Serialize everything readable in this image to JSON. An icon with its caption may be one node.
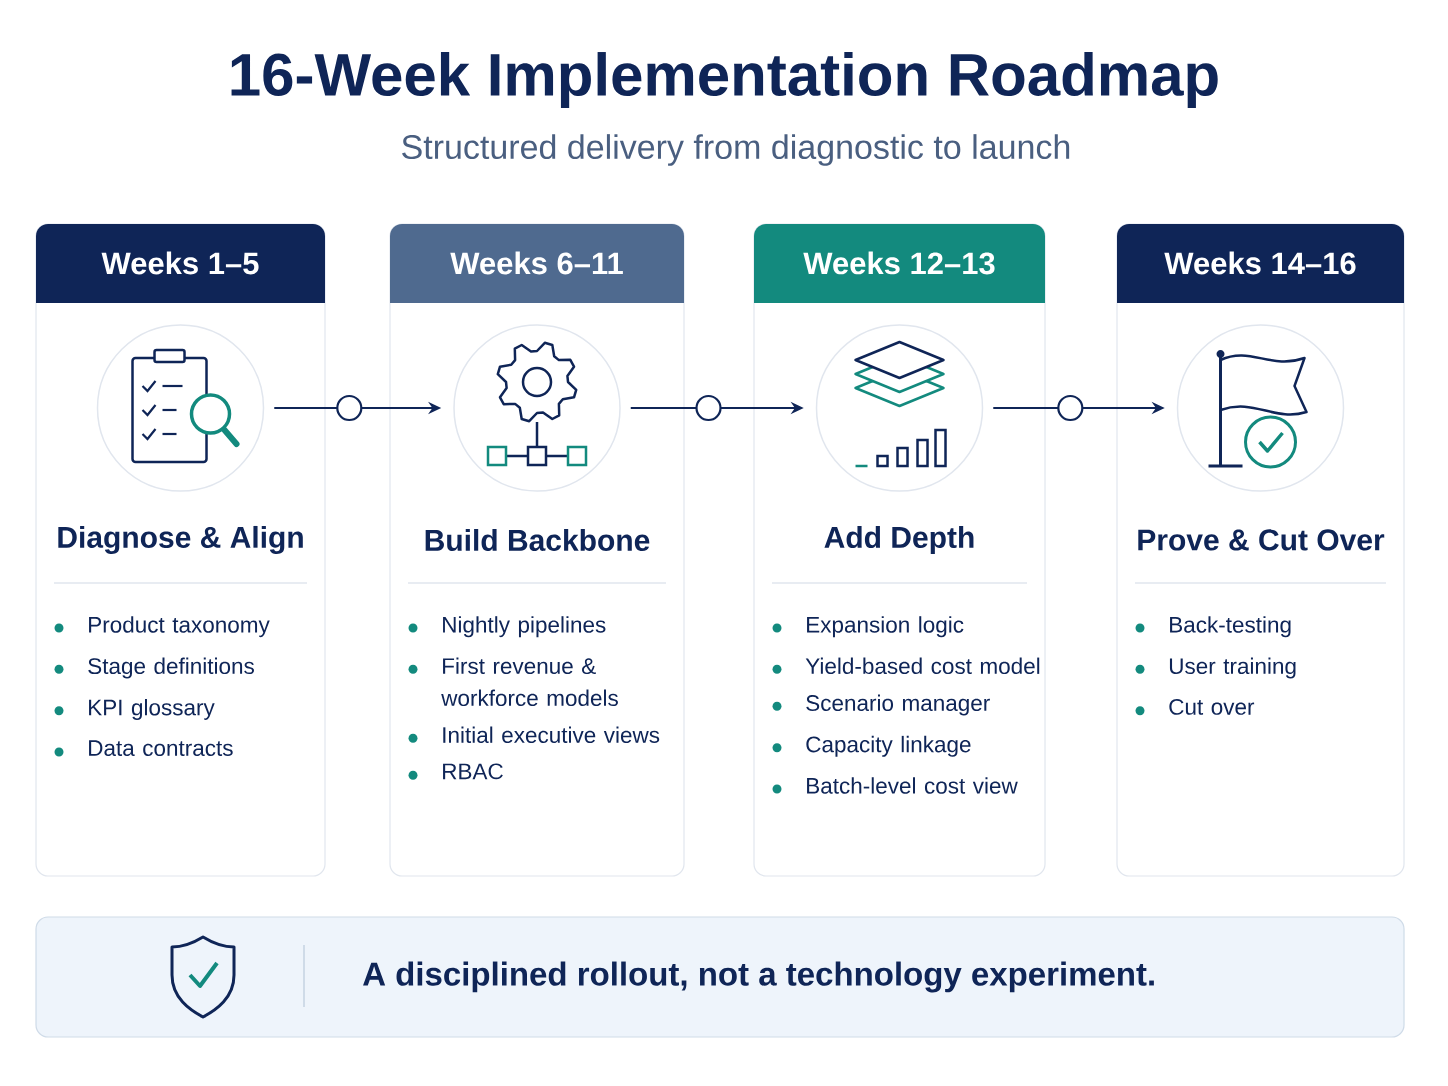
{
  "diagram": {
    "title": "16-Week Implementation Roadmap",
    "nodes": [
      {
        "text": [
          "Weeks 1–5",
          "Diagnose & Align",
          "Product taxonomy",
          "Stage definitions",
          "KPI glossary",
          "Data contracts"
        ]
      },
      {
        "text": [],
        "shape": "circle",
        "in": 0
      },
      {
        "text": [
          "Weeks 6–11",
          "Build Backbone",
          "Nightly pipelines",
          "First revenue & workforce models",
          "Initial executive views",
          "RBAC"
        ]
      },
      {
        "text": [],
        "shape": "circle",
        "in": 2
      },
      {
        "text": [
          "Weeks 12–13",
          "Add Depth",
          "Expansion logic",
          "Yield-based cost model",
          "Scenario manager",
          "Capacity linkage",
          "Batch-level cost view"
        ]
      },
      {
        "text": [],
        "shape": "circle",
        "in": 4
      },
      {
        "text": [
          "Weeks 14–16",
          "Prove & Cut Over",
          "Back-testing",
          "User training",
          "Cut over"
        ]
      },
      {
        "text": [],
        "shape": "circle",
        "in": 6
      },
      {
        "text": [
          "A disciplined rollout, not a technology experiment."
        ]
      }
    ],
    "edges": [
      {
        "from": 1,
        "to": 3,
        "arrow": "to"
      },
      {
        "from": 3,
        "to": 5,
        "arrow": "to"
      },
      {
        "from": 5,
        "to": 7,
        "arrow": "to"
      }
    ],
    "labels": [
      "Structured delivery from diagnostic to launch"
    ]
  }
}
